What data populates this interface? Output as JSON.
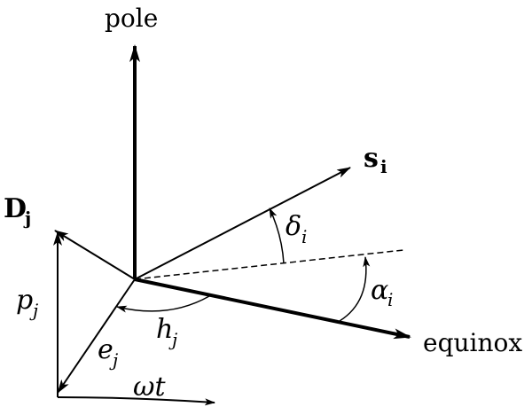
{
  "labels": {
    "pole": "pole",
    "equinox": "equinox",
    "source_vector_base": "s",
    "source_vector_sub": "i",
    "dipole_vector_base": "D",
    "dipole_vector_sub": "j",
    "declination_base": "δ",
    "declination_sub": "i",
    "right_ascension_base": "α",
    "right_ascension_sub": "i",
    "hour_angle_base": "h",
    "hour_angle_sub": "j",
    "polar_component_base": "p",
    "polar_component_sub": "j",
    "equatorial_component_base": "e",
    "equatorial_component_sub": "j",
    "rotation_angle": "ωt"
  }
}
